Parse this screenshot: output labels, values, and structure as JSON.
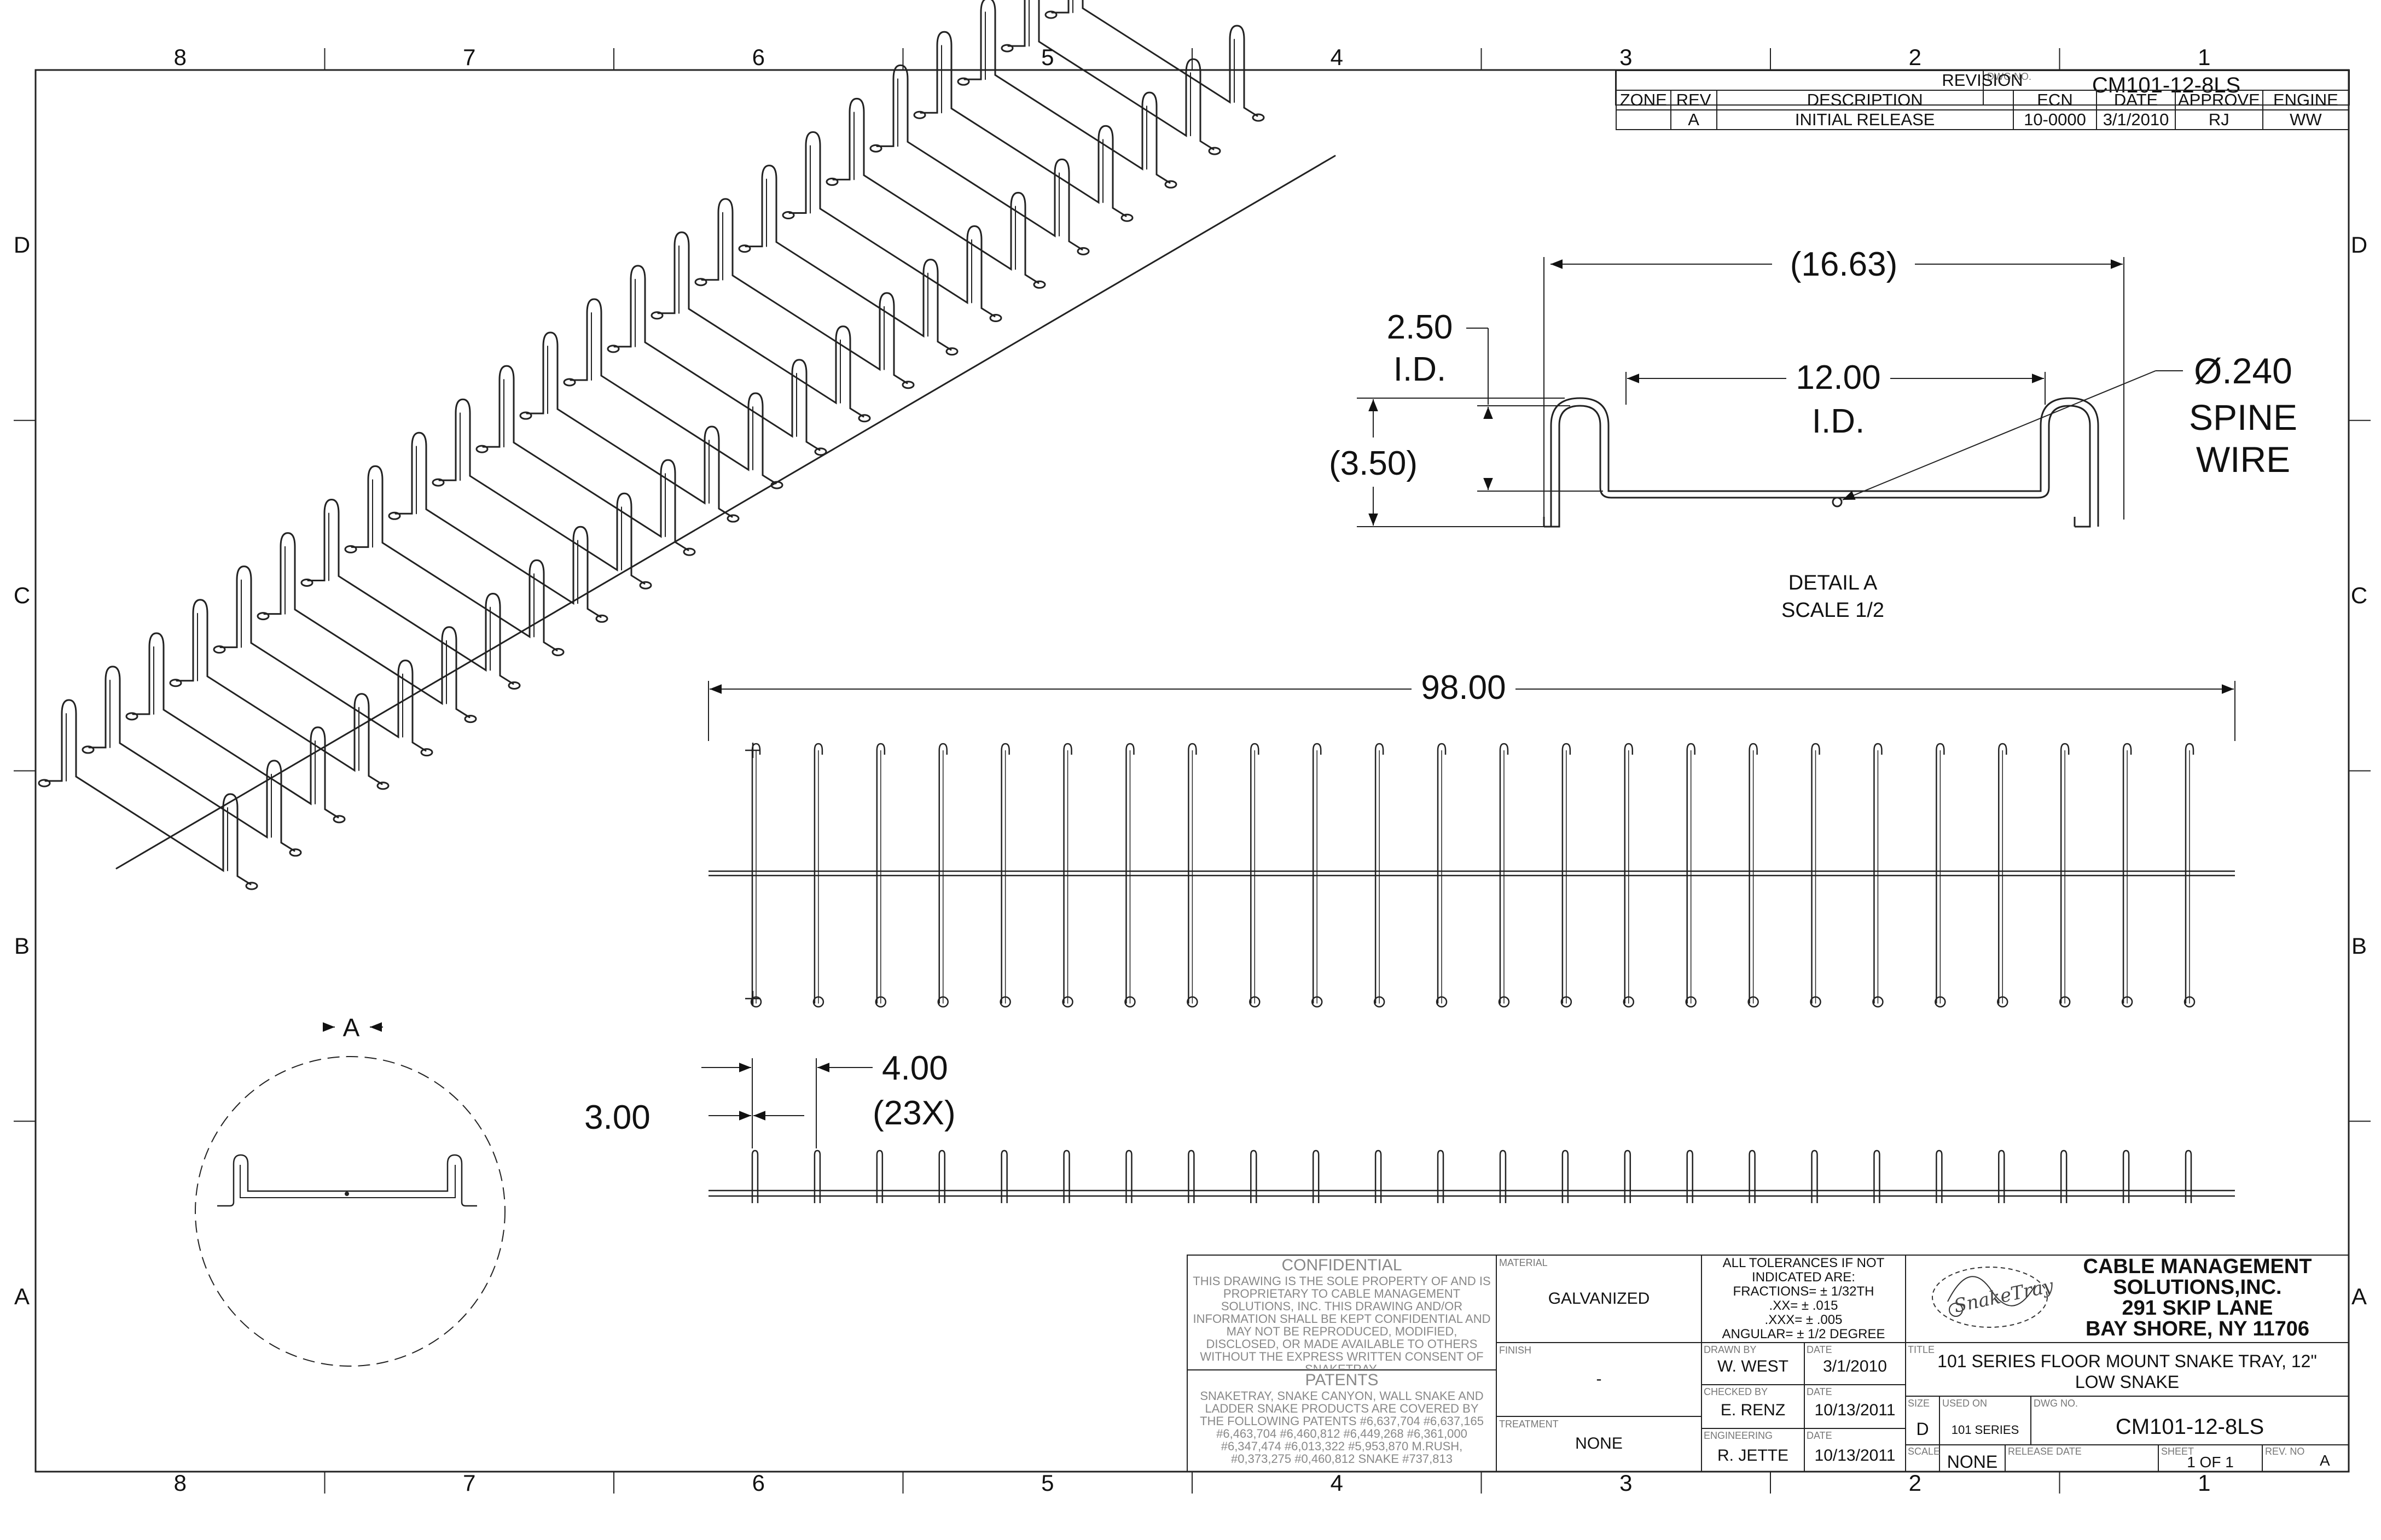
{
  "dwg_no_label": "DWG NO.",
  "dwg_no": "CM101-12-8LS",
  "zone_cols": [
    "8",
    "7",
    "6",
    "5",
    "4",
    "3",
    "2",
    "1"
  ],
  "zone_rows": [
    "D",
    "C",
    "B",
    "A"
  ],
  "revision": {
    "heading": "REVISION",
    "headers": [
      "ZONE",
      "REV",
      "DESCRIPTION",
      "ECN",
      "DATE",
      "APPROVE",
      "ENGINE"
    ],
    "rows": [
      [
        "",
        "A",
        "INITIAL RELEASE",
        "10-0000",
        "3/1/2010",
        "RJ",
        "WW"
      ]
    ]
  },
  "detail": {
    "width_dim": "(16.63)",
    "id_width_dim": "12.00",
    "id_width_note": "I.D.",
    "id_height_dim": "2.50",
    "id_height_note": "I.D.",
    "overall_height_dim": "(3.50)",
    "spine_dia": "Ø.240",
    "spine_line1": "SPINE",
    "spine_line2": "WIRE",
    "caption1": "DETAIL  A",
    "caption2": "SCALE 1/2"
  },
  "length_dim": "98.00",
  "pitch": {
    "left": "3.00",
    "spacing": "4.00",
    "count": "(23X)"
  },
  "section_label": "A",
  "title_block": {
    "confidential_title": "CONFIDENTIAL",
    "confidential_text": "THIS DRAWING IS THE SOLE PROPERTY OF AND IS PROPRIETARY TO CABLE MANAGEMENT SOLUTIONS, INC. THIS DRAWING AND/OR INFORMATION SHALL BE KEPT CONFIDENTIAL AND MAY NOT BE REPRODUCED, MODIFIED, DISCLOSED, OR MADE AVAILABLE TO OTHERS WITHOUT THE EXPRESS WRITTEN CONSENT OF SNAKETRAY.",
    "patents_title": "PATENTS",
    "patents_text": "SNAKETRAY, SNAKE CANYON, WALL SNAKE AND LADDER SNAKE PRODUCTS ARE COVERED BY THE FOLLOWING PATENTS #6,637,704 #6,637,165 #6,463,704 #6,460,812 #6,449,268 #6,361,000 #6,347,474 #6,013,322 #5,953,870 M.RUSH, #0,373,275 #0,460,812 SNAKE #737,813",
    "material_label": "MATERIAL",
    "material": "GALVANIZED",
    "finish_label": "FINISH",
    "finish": "-",
    "treatment_label": "TREATMENT",
    "treatment": "NONE",
    "tolerances": [
      "ALL TOLERANCES IF NOT",
      "INDICATED ARE:",
      "FRACTIONS= ± 1/32TH",
      ".XX= ± .015",
      ".XXX= ± .005",
      "ANGULAR= ± 1/2 DEGREE"
    ],
    "drawn_by_label": "DRAWN BY",
    "drawn_by": "W. WEST",
    "drawn_date": "3/1/2010",
    "checked_by_label": "CHECKED BY",
    "checked_by": "E. RENZ",
    "checked_date": "10/13/2011",
    "engineering_label": "ENGINEERING",
    "engineering": "R. JETTE",
    "engineering_date": "10/13/2011",
    "date_label": "DATE",
    "logo_text": "SnakeTray",
    "company": [
      "CABLE MANAGEMENT",
      "SOLUTIONS,INC.",
      "291 SKIP LANE",
      "BAY SHORE, NY 11706"
    ],
    "title_label": "TITLE",
    "title": [
      "101 SERIES FLOOR MOUNT SNAKE TRAY, 12\"",
      "LOW SNAKE"
    ],
    "size_label": "SIZE",
    "size": "D",
    "used_on_label": "USED ON",
    "used_on": "101 SERIES",
    "dwg_no_label": "DWG NO.",
    "dwg_no": "CM101-12-8LS",
    "scale_label": "SCALE",
    "scale": "NONE",
    "release_label": "RELEASE DATE",
    "sheet_label": "SHEET",
    "sheet": "1 OF 1",
    "rev_no_label": "REV. NO",
    "rev_no": "A"
  }
}
